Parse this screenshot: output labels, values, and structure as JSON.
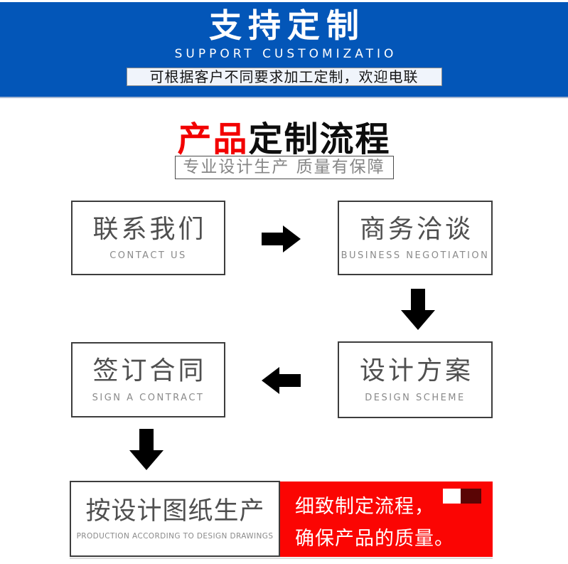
{
  "banner": {
    "title": "支持定制",
    "subtitle": "SUPPORT CUSTOMIZATIO",
    "tagline": "可根据客户不同要求加工定制，欢迎电联",
    "bg_color": "#0356b8",
    "text_color": "#ffffff"
  },
  "section": {
    "title_highlight": "产品",
    "title_rest": "定制流程",
    "highlight_color": "#f20000",
    "subtitle": "专业设计生产 质量有保障"
  },
  "flow": {
    "steps": [
      {
        "cn": "联系我们",
        "en": "CONTACT US"
      },
      {
        "cn": "商务洽谈",
        "en": "BUSINESS NEGOTIATION"
      },
      {
        "cn": "设计方案",
        "en": "DESIGN SCHEME"
      },
      {
        "cn": "签订合同",
        "en": "SIGN A CONTRACT"
      },
      {
        "cn": "按设计图纸生产",
        "en": "PRODUCTION ACCORDING TO DESIGN DRAWINGS"
      }
    ],
    "arrow_color": "#000000",
    "note": {
      "line1": "细致制定流程，",
      "line2": "确保产品的质量。",
      "bg_color": "#fb0503",
      "square_colors": [
        "#ffffff",
        "#5a0505"
      ]
    }
  }
}
